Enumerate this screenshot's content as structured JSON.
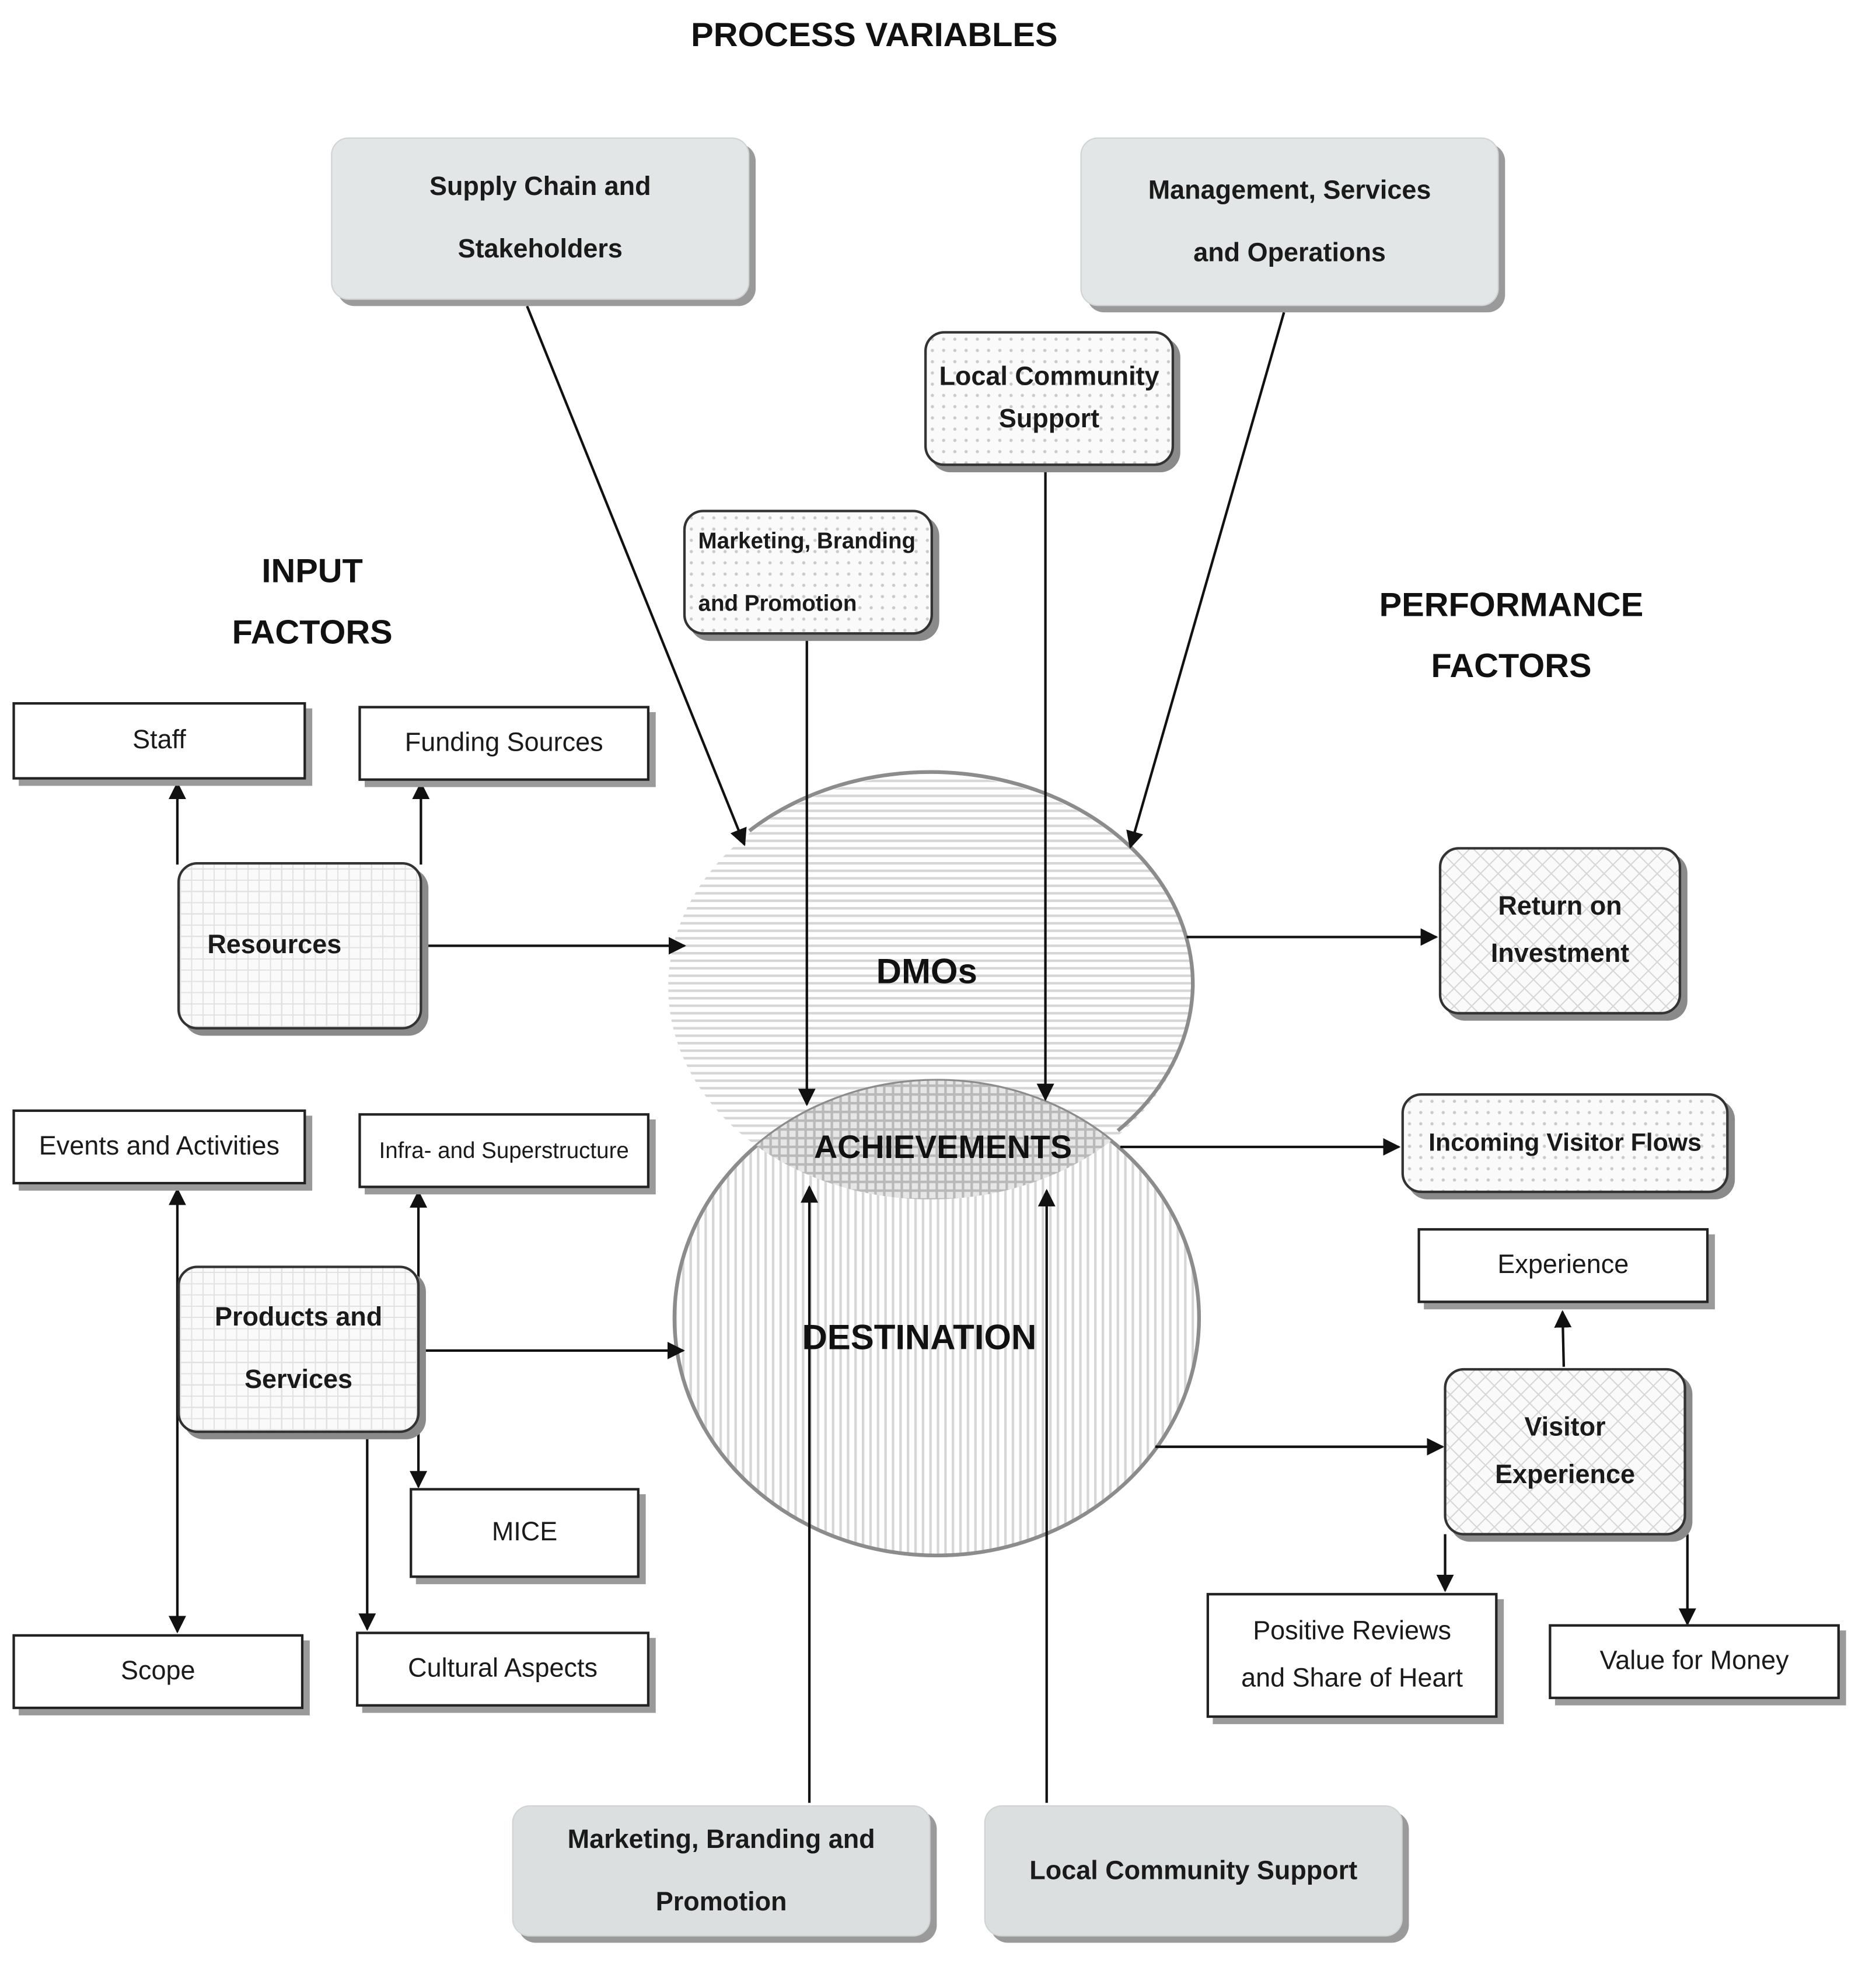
{
  "headings": {
    "process": "PROCESS VARIABLES",
    "input_line1": "INPUT",
    "input_line2": "FACTORS",
    "performance_line1": "PERFORMANCE",
    "performance_line2": "FACTORS"
  },
  "process_boxes": {
    "supply_chain": [
      "Supply Chain and",
      "Stakeholders"
    ],
    "management": [
      "Management, Services",
      "and Operations"
    ],
    "local_community_top": [
      "Local Community",
      "Support"
    ],
    "marketing_top": [
      "Marketing,  Branding",
      "and Promotion"
    ],
    "marketing_bottom": [
      "Marketing, Branding and",
      "Promotion"
    ],
    "local_community_bottom": "Local Community Support"
  },
  "input_boxes": {
    "staff": "Staff",
    "funding_sources": "Funding Sources",
    "resources": "Resources",
    "events_activities": "Events and Activities",
    "infrastructure": "Infra- and Superstructure",
    "products_services": [
      "Products and",
      "Services"
    ],
    "mice": "MICE",
    "scope": "Scope",
    "cultural_aspects": "Cultural Aspects"
  },
  "circles": {
    "dmos": "DMOs",
    "achievements": "ACHIEVEMENTS",
    "destination": "DESTINATION"
  },
  "performance_boxes": {
    "roi": [
      "Return on",
      "Investment"
    ],
    "visitor_flows": "Incoming Visitor Flows",
    "experience": "Experience",
    "visitor_experience": [
      "Visitor",
      "Experience"
    ],
    "positive_reviews": [
      "Positive Reviews",
      "and Share of Heart"
    ],
    "value_for_money": "Value for Money"
  }
}
